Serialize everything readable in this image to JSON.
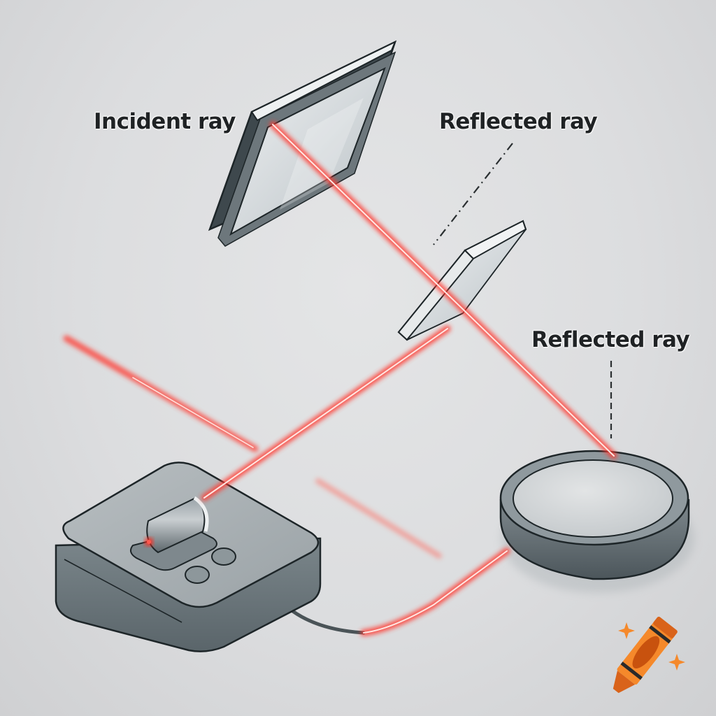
{
  "labels": {
    "incident": "Incident ray",
    "reflected_top": "Reflected ray",
    "reflected_right": "Reflected ray"
  },
  "components": [
    {
      "name": "laser-source-box",
      "description": "Laser emitter on square base with two round buttons"
    },
    {
      "name": "large-flat-mirror",
      "description": "Tilted rectangular plane mirror (upper left)"
    },
    {
      "name": "small-mirror",
      "description": "Small tilted mirror (center)"
    },
    {
      "name": "round-target",
      "description": "Circular disc target/sensor (lower right)"
    },
    {
      "name": "cable",
      "description": "Cable from laser box to round target"
    }
  ],
  "colors": {
    "background": "#dcdddf",
    "laser": "#ff3b30",
    "laser_core": "#ffe8e4",
    "outline": "#1d2528",
    "metal_dark": "#5c666c",
    "metal_light": "#aab2b6",
    "crayon_orange": "#f5892b",
    "crayon_dark": "#c8520e"
  },
  "logo": {
    "name": "crayon-logo"
  }
}
